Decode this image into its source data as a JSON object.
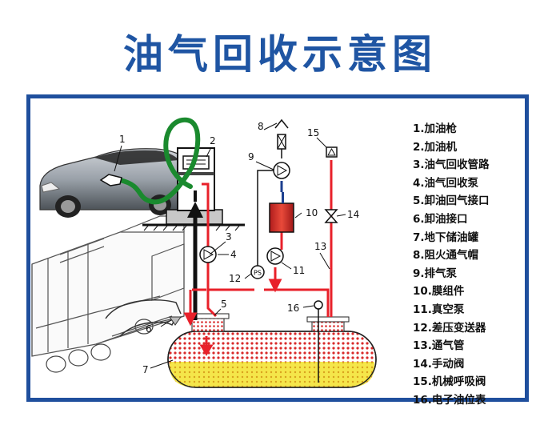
{
  "title": "油气回收示意图",
  "colors": {
    "title": "#1f55a3",
    "frame": "#1f4f9d",
    "vapor_line": "#e8202a",
    "fuel_line": "#111111",
    "nozzle_hose": "#1a8a2e",
    "tank_vapor": "#e04444",
    "tank_liquid": "#f2e23a"
  },
  "legend": [
    "1.加油枪",
    "2.加油机",
    "3.油气回收管路",
    "4.油气回收泵",
    "5.卸油回气接口",
    "6.卸油接口",
    "7.地下储油罐",
    "8.阻火通气帽",
    "9.排气泵",
    "10.膜组件",
    "11.真空泵",
    "12.差压变送器",
    "13.通气管",
    "14.手动阀",
    "15.机械呼吸阀",
    "16.电子油位表"
  ],
  "callouts": [
    "1",
    "2",
    "3",
    "4",
    "5",
    "6",
    "7",
    "8",
    "9",
    "10",
    "11",
    "12",
    "13",
    "14",
    "15",
    "16"
  ],
  "gauge_label": "PS"
}
